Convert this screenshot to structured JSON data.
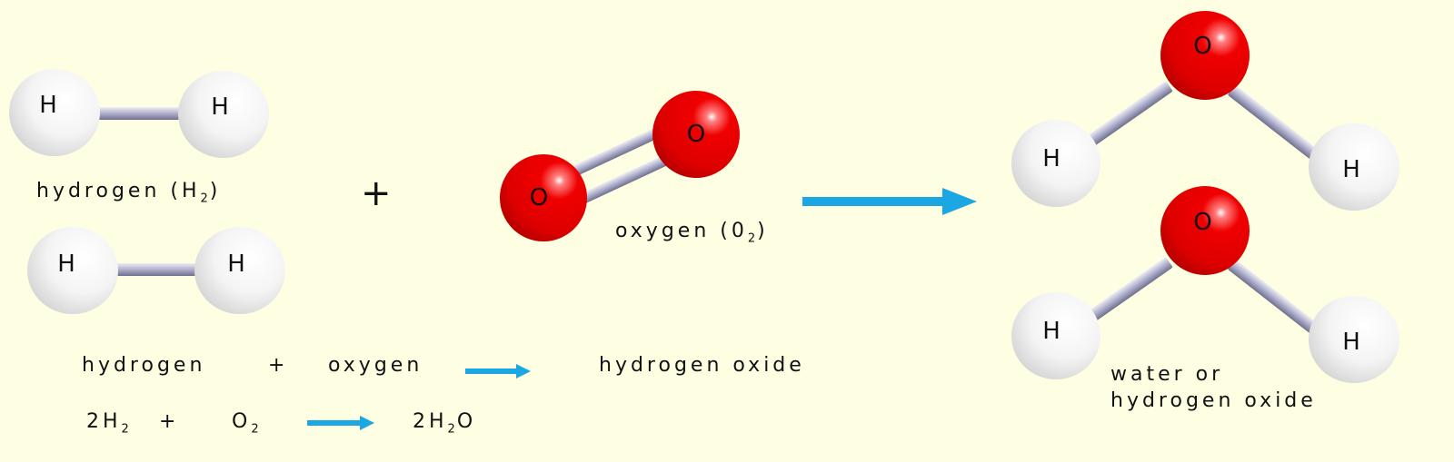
{
  "reactants": {
    "hydrogen_molecule_1": {
      "atoms": [
        "H",
        "H"
      ],
      "label": "hydrogen (H",
      "label_sub": "2",
      "label_end": ")"
    },
    "hydrogen_molecule_2": {
      "atoms": [
        "H",
        "H"
      ]
    },
    "plus": "+",
    "oxygen_molecule": {
      "atoms": [
        "O",
        "O"
      ],
      "label": "oxygen (0",
      "label_sub": "2",
      "label_end": ")"
    }
  },
  "products": {
    "water_molecule_1": {
      "atoms": [
        "O",
        "H",
        "H"
      ]
    },
    "water_molecule_2": {
      "atoms": [
        "O",
        "H",
        "H"
      ]
    },
    "label_line1": "water or",
    "label_line2": "hydrogen oxide"
  },
  "word_equation": {
    "reactant1": "hydrogen",
    "plus": "+",
    "reactant2": "oxygen",
    "product": "hydrogen oxide"
  },
  "formula_equation": {
    "reactant1_coef": "2H",
    "reactant1_sub": "2",
    "plus": "+",
    "reactant2": "O",
    "reactant2_sub": "2",
    "product_a": "2H",
    "product_sub": "2",
    "product_b": "O"
  },
  "colors": {
    "background": "#fefee2",
    "arrow": "#1ba7e1",
    "oxygen": "#e00000",
    "hydrogen": "#f4f4f4",
    "bond": "#a9a9c8"
  }
}
